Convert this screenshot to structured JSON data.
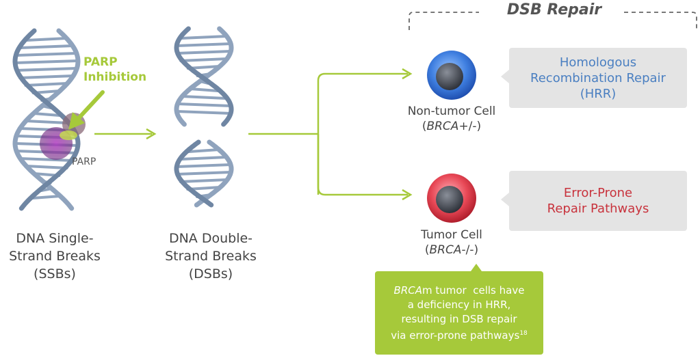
{
  "title": "DSB Repair",
  "parp_inhibition": [
    "PARP",
    "Inhibition"
  ],
  "parp_label": "PARP",
  "ssb_label": [
    "DNA Single-",
    "Strand Breaks",
    "(SSBs)"
  ],
  "dsb_label": [
    "DNA Double-",
    "Strand Breaks",
    "(DSBs)"
  ],
  "non_tumor": {
    "name": "Non-tumor Cell",
    "genotype_gene": "BRCA",
    "genotype_suffix": "+/-)"
  },
  "tumor": {
    "name": "Tumor Cell",
    "genotype_gene": "BRCA",
    "genotype_suffix": "-/-)"
  },
  "hrr_box": [
    "Homologous",
    "Recombination Repair",
    "(HRR)"
  ],
  "error_box": [
    "Error-Prone",
    "Repair Pathways"
  ],
  "note": {
    "gene": "BRCA",
    "line1_rest": "m tumor  cells have",
    "line2": "a deficiency in HRR,",
    "line3": "resulting in DSB repair",
    "line4": "via error-prone pathways",
    "ref": "18"
  },
  "colors": {
    "accent_green": "#a6c93a",
    "hrr_text": "#4a7fc1",
    "error_text": "#c8323c",
    "dna": "#8fa3bd",
    "box_gray": "#e4e4e4"
  }
}
